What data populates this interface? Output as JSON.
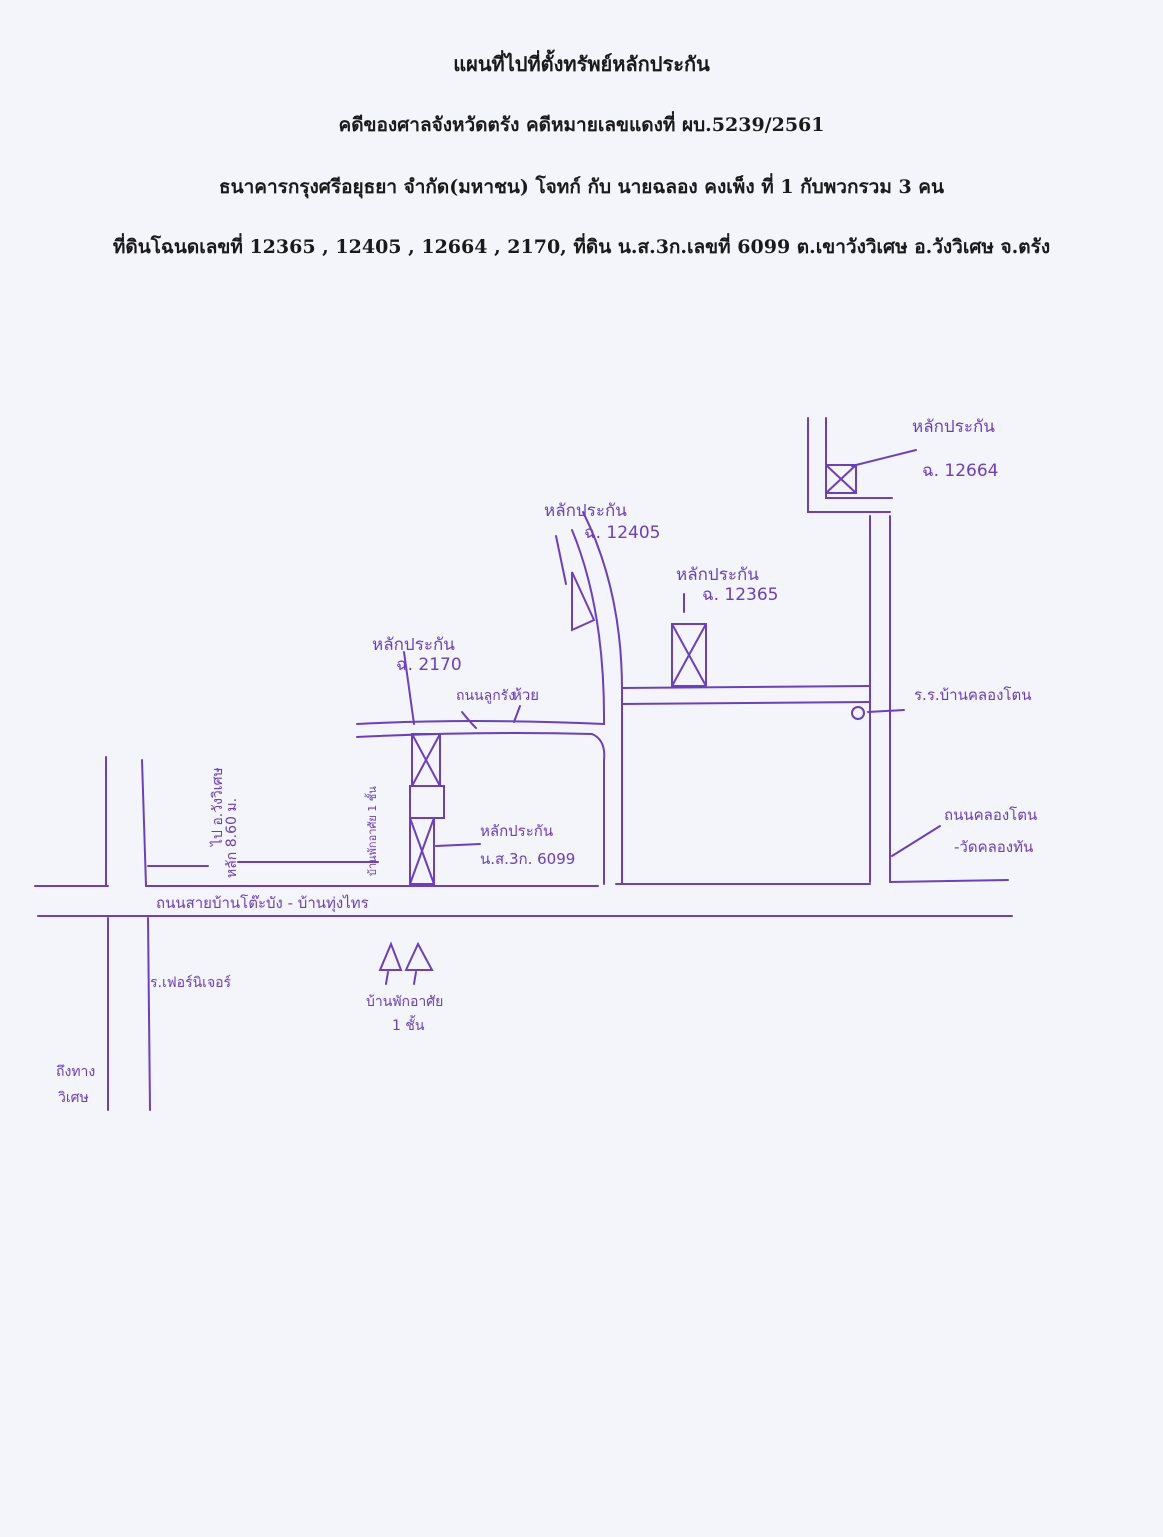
{
  "header": {
    "title": "แผนที่ไปที่ตั้งทรัพย์หลักประกัน",
    "case": "คดีของศาลจังหวัดตรัง คดีหมายเลขแดงที่ ผบ.5239/2561",
    "parties": "ธนาคารกรุงศรีอยุธยา จำกัด(มหาชน) โจทก์ กับ นายฉลอง คงเพ็ง ที่ 1 กับพวกรวม 3 คน",
    "land": "ที่ดินโฉนดเลขที่ 12365 , 12405 , 12664 , 2170, ที่ดิน น.ส.3ก.เลขที่ 6099  ต.เขาวังวิเศษ อ.วังวิเศษ จ.ตรัง"
  },
  "map": {
    "ink_color": "#6a3fc8",
    "labels": {
      "collateral_12664_title": "หลักประกัน",
      "collateral_12664_deed": "ฉ. 12664",
      "collateral_12405_title": "หลักประกัน",
      "collateral_12405_deed": "ฉ. 12405",
      "collateral_12365_title": "หลักประกัน",
      "collateral_12365_deed": "ฉ. 12365",
      "collateral_2170_title": "หลักประกัน",
      "collateral_2170_deed": "ฉ. 2170",
      "collateral_6099_title": "หลักประกัน",
      "collateral_6099_deed": "น.ส.3ก. 6099",
      "laterite_road": "ถนนลูกรัง",
      "creek": "ห้วย",
      "school": "ร.ร.บ้านคลองโตน",
      "road_klongton": "ถนนคลองโตน",
      "road_klongton_2": "-วัดคลองทัน",
      "main_road": "ถนนสายบ้านโต๊ะบัง - บ้านทุ่งไทร",
      "distance_km": "หลัก 8.60 ม.",
      "side_road": "ไป อ.วังวิเศษ",
      "houses_near_lot": "บ้านพักอาศัย 1 ชั้น",
      "houses_south": "บ้านพักอาศัย",
      "houses_south_2": "1 ชั้น",
      "wood_shop": "ร.เฟอร์นิเจอร์",
      "junction": "ถึงทาง",
      "junction_2": "วิเศษ"
    }
  }
}
